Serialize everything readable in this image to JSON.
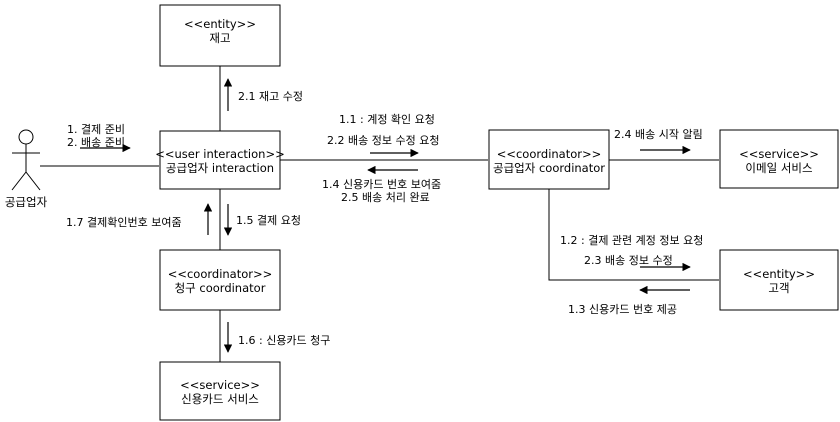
{
  "actor": {
    "label": "공급업자"
  },
  "nodes": {
    "inventory": {
      "stereotype": "<<entity>>",
      "name": "재고"
    },
    "supplier_interaction": {
      "stereotype": "<<user interaction>>",
      "name": "공급업자 interaction"
    },
    "supplier_coordinator": {
      "stereotype": "<<coordinator>>",
      "name": "공급업자 coordinator"
    },
    "email_service": {
      "stereotype": "<<service>>",
      "name": "이메일 서비스"
    },
    "billing_coordinator": {
      "stereotype": "<<coordinator>>",
      "name": "청구 coordinator"
    },
    "customer": {
      "stereotype": "<<entity>>",
      "name": "고객"
    },
    "credit_card_service": {
      "stereotype": "<<service>>",
      "name": "신용카드 서비스"
    }
  },
  "messages": {
    "m1": "1. 결제 준비",
    "m2": "2. 배송 준비",
    "m2_1": "2.1 재고 수정",
    "m1_1": "1.1 : 계정 확인 요청",
    "m2_2": "2.2 배송 정보 수정 요청",
    "m1_4": "1.4 신용카드 번호 보여줌",
    "m2_5": "2.5 배송 처리 완료",
    "m2_4": "2.4 배송 시작 알림",
    "m1_2": "1.2 : 결제 관련 계정 정보 요청",
    "m2_3": "2.3 배송 정보 수정",
    "m1_3": "1.3 신용카드 번호 제공",
    "m1_7": "1.7 결제확인번호 보여줌",
    "m1_5": "1.5 결제 요청",
    "m1_6": "1.6 : 신용카드 청구"
  }
}
